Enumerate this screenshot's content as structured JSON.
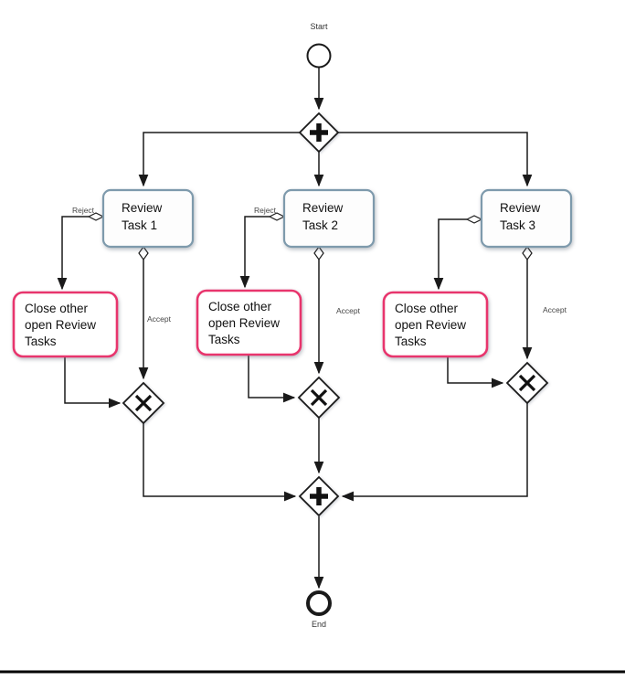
{
  "diagram": {
    "start_event": {
      "label": "Start"
    },
    "end_event": {
      "label": "End"
    },
    "review_tasks": [
      {
        "lines": [
          "Review",
          "Task 1"
        ]
      },
      {
        "lines": [
          "Review",
          "Task 2"
        ]
      },
      {
        "lines": [
          "Review",
          "Task 3"
        ]
      }
    ],
    "close_task": {
      "lines": [
        "Close other",
        "open Review",
        "Tasks"
      ]
    },
    "edge_labels": {
      "reject": "Reject",
      "accept": "Accept"
    },
    "icons": {
      "parallel_gateway": "+",
      "exclusive_gateway": "x"
    },
    "colors": {
      "review_border": "#7e9aac",
      "close_border": "#e8356d",
      "flow_line": "#1a1a1a",
      "label_text": "#454545"
    }
  }
}
